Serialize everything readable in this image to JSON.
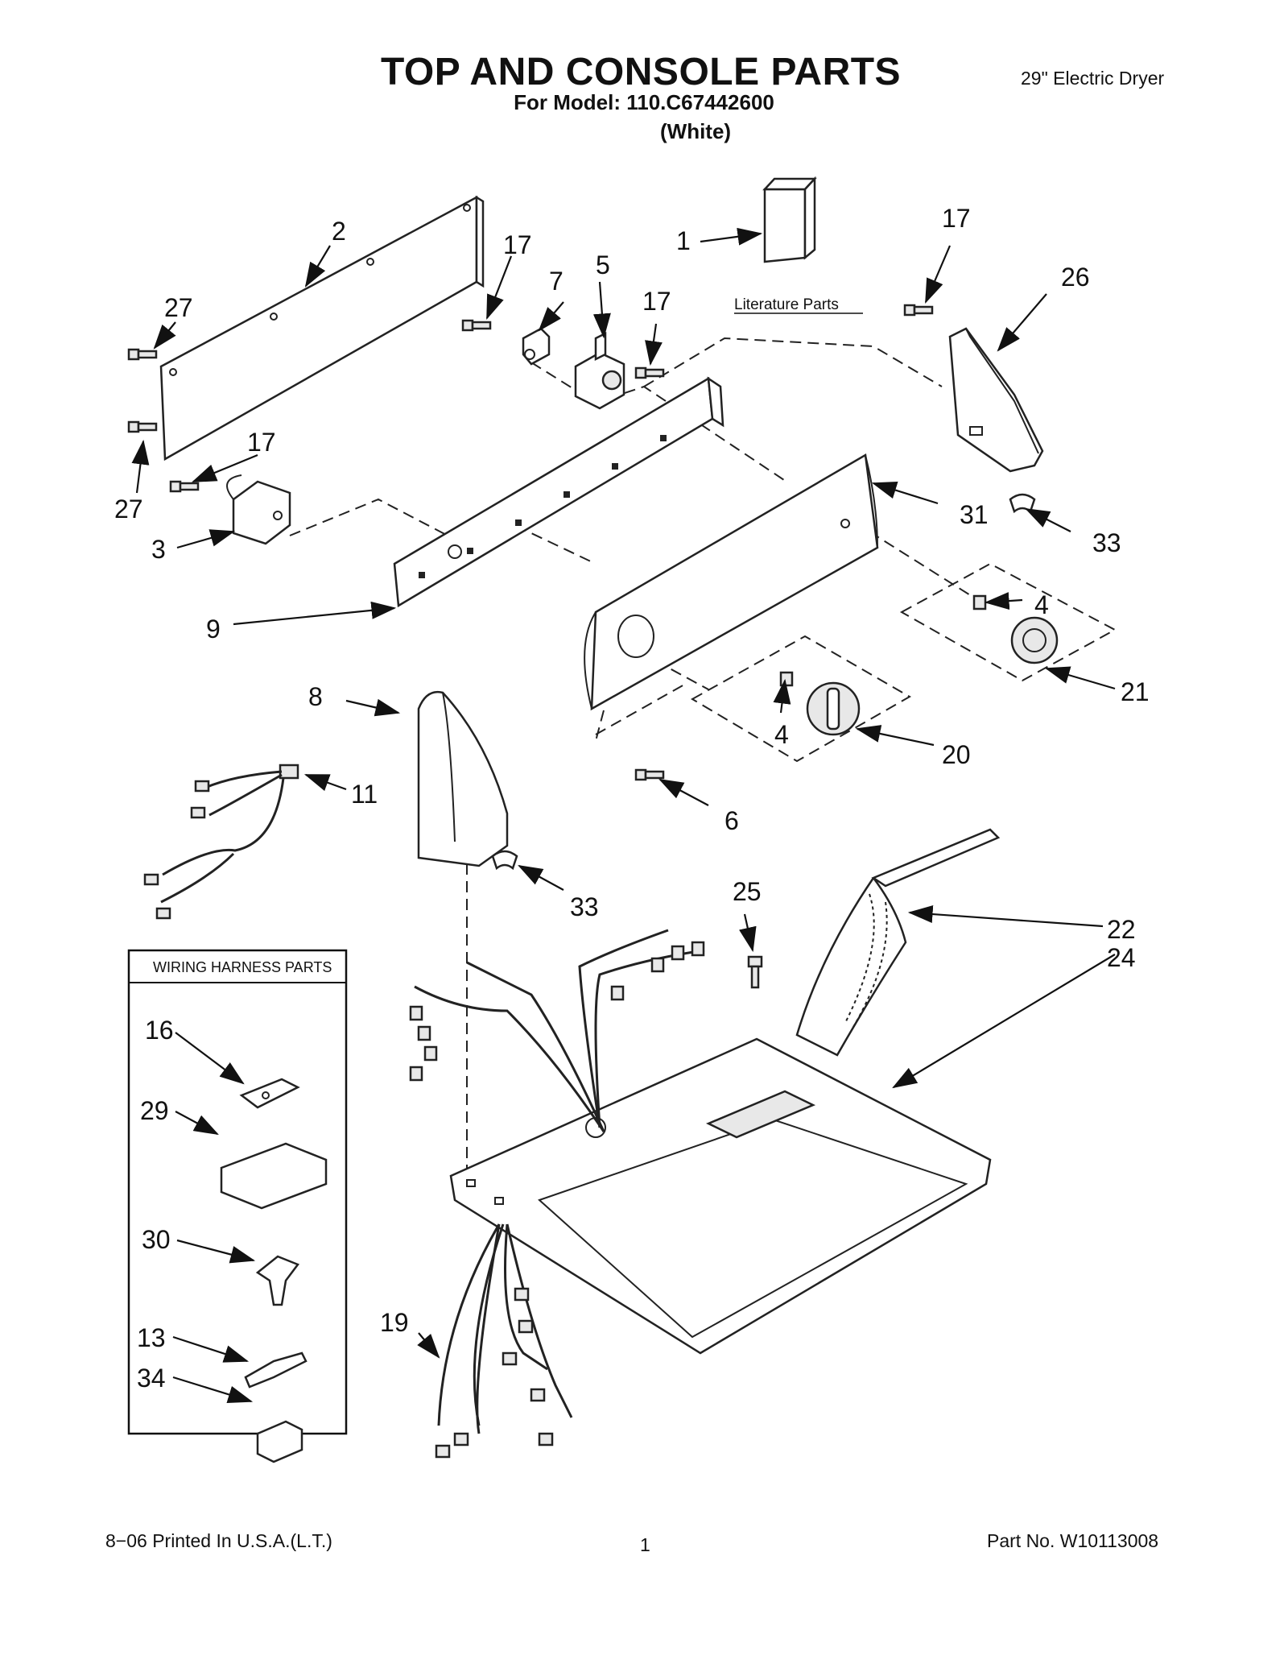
{
  "page": {
    "title": "TOP AND CONSOLE PARTS",
    "subtitle": "For Model: 110.C67442600",
    "color": "(White)",
    "product": "29\" Electric Dryer"
  },
  "literature_label": "Literature Parts",
  "wiring_box_title": "WIRING HARNESS PARTS",
  "callouts": [
    "1",
    "2",
    "3",
    "4",
    "4",
    "5",
    "6",
    "7",
    "8",
    "9",
    "11",
    "13",
    "16",
    "17",
    "17",
    "17",
    "17",
    "19",
    "20",
    "21",
    "22",
    "24",
    "25",
    "26",
    "27",
    "27",
    "29",
    "30",
    "31",
    "33",
    "33",
    "34"
  ],
  "footer": {
    "left": "8−06 Printed In U.S.A.(L.T.)",
    "center": "1",
    "right": "Part No. W10113008"
  }
}
